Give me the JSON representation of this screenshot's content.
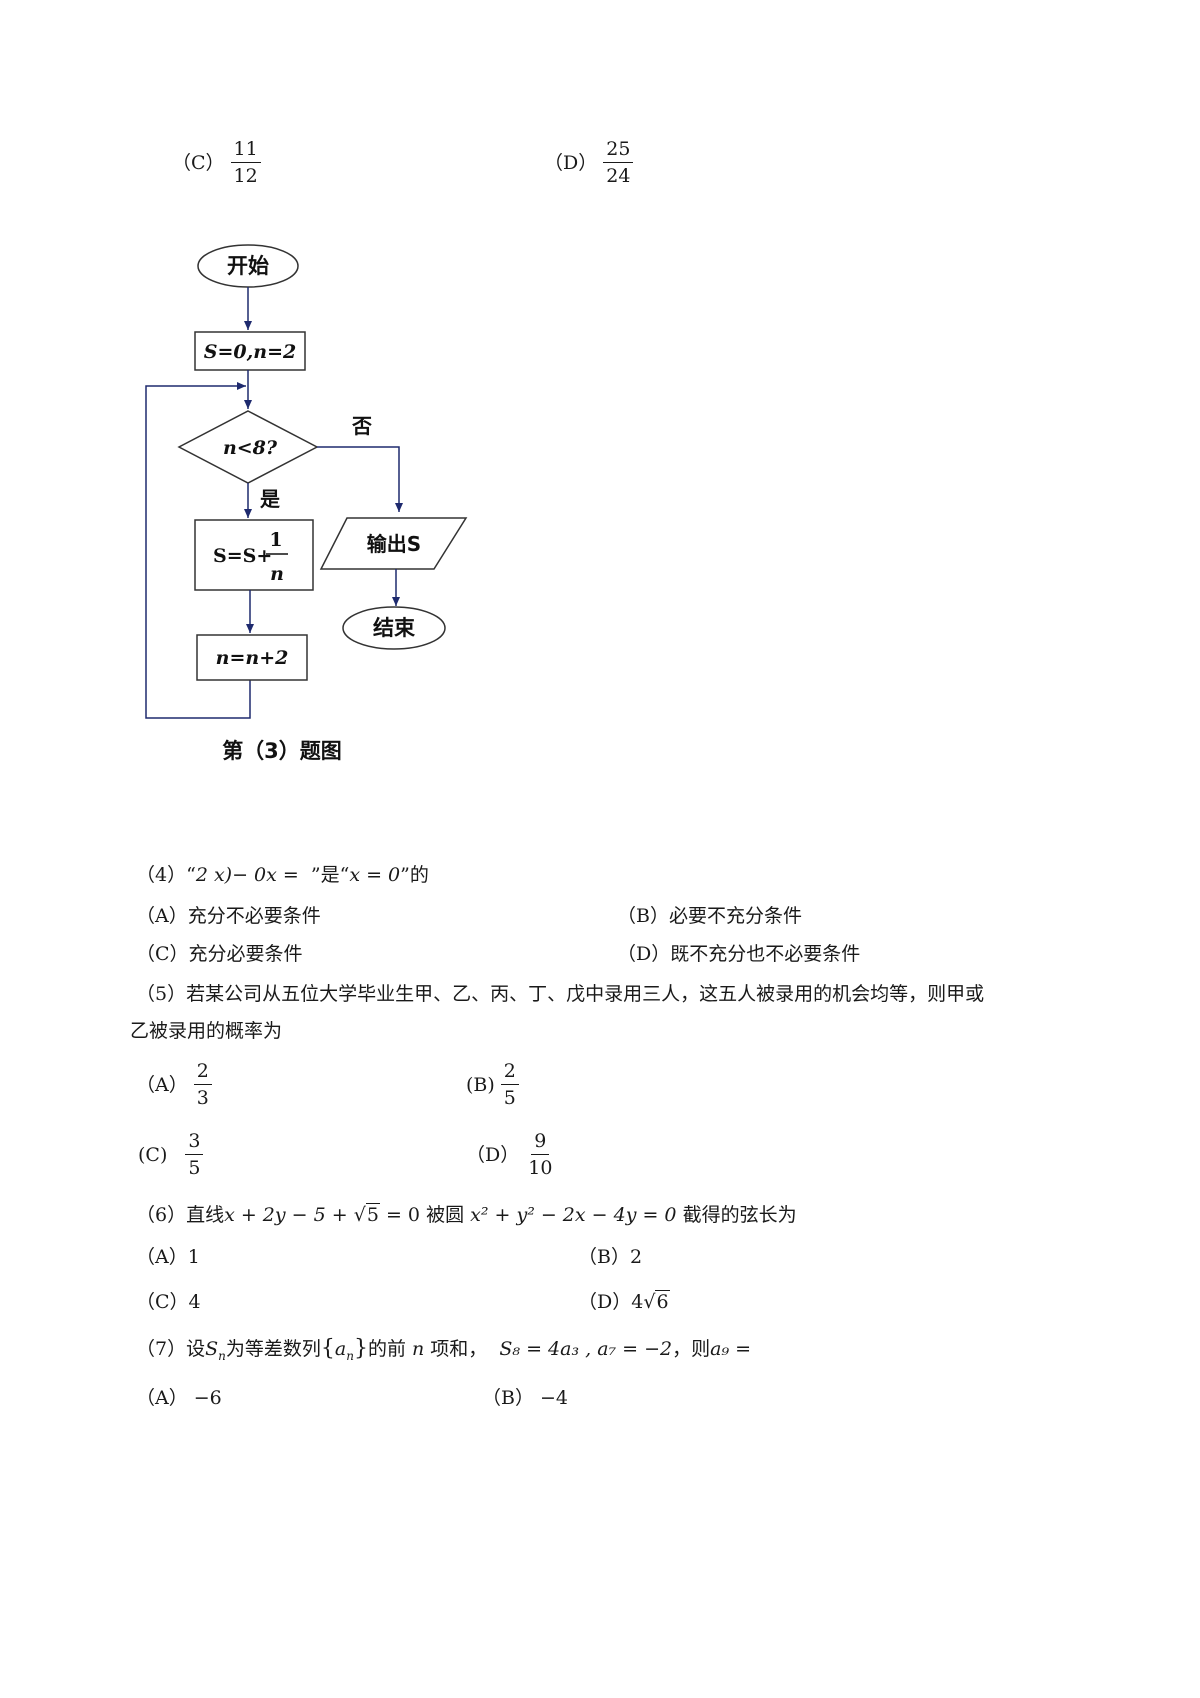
{
  "q3_options": {
    "c_label": "（C）",
    "c_num": "11",
    "c_den": "12",
    "d_label": "（D）",
    "d_num": "25",
    "d_den": "24"
  },
  "flowchart": {
    "start": "开始",
    "init": "S=0,n=2",
    "decision": "n<8?",
    "no_label": "否",
    "yes_label": "是",
    "update_s_prefix": "S=S+",
    "update_s_num": "1",
    "update_s_den": "n",
    "update_n": "n=n+2",
    "output": "输出S",
    "end": "结束",
    "caption": "第（3）题图"
  },
  "q4": {
    "stem_prefix": "（4）“",
    "stem_garbled": "2  x)−  0x =",
    "stem_mid": "”是“",
    "stem_math": "x = 0",
    "stem_suffix": "”的",
    "options": {
      "a": "（A）充分不必要条件",
      "b": "（B）必要不充分条件",
      "c": "（C）充分必要条件",
      "d": "（D）既不充分也不必要条件"
    }
  },
  "q5": {
    "line1": "（5）若某公司从五位大学毕业生甲、乙、丙、丁、戊中录用三人，这五人被录用的机会均等，则甲或",
    "line2": "乙被录用的概率为",
    "a_label": "（A）",
    "a_num": "2",
    "a_den": "3",
    "b_label": "(B)",
    "b_num": "2",
    "b_den": "5",
    "c_label": "(C)",
    "c_num": "3",
    "c_den": "5",
    "d_label": "（D）",
    "d_num": "9",
    "d_den": "10"
  },
  "q6": {
    "prefix": "（6）直线",
    "line_eq_a": "x + 2y − 5 + ",
    "line_eq_rad": "5",
    "line_eq_b": " = 0",
    "mid": "被圆",
    "circle_eq": "x² + y² − 2x − 4y = 0",
    "suffix": "截得的弦长为",
    "a": "（A）1",
    "b": "（B）2",
    "c": "（C）4",
    "d_label": "（D）",
    "d_coef": "4",
    "d_rad": "6"
  },
  "q7": {
    "prefix": "（7）设",
    "s_var": "S",
    "s_sub": "n",
    "mid1": "为等差数列",
    "seq_var": "a",
    "seq_sub": "n",
    "mid2": "的前",
    "n_var": "n",
    "mid3": "项和，",
    "cond": "S₈ = 4a₃ , a₇ = −2",
    "mid4": "，则",
    "ask": "a₉ =",
    "a": "（A） −6",
    "b": "（B） −4"
  }
}
